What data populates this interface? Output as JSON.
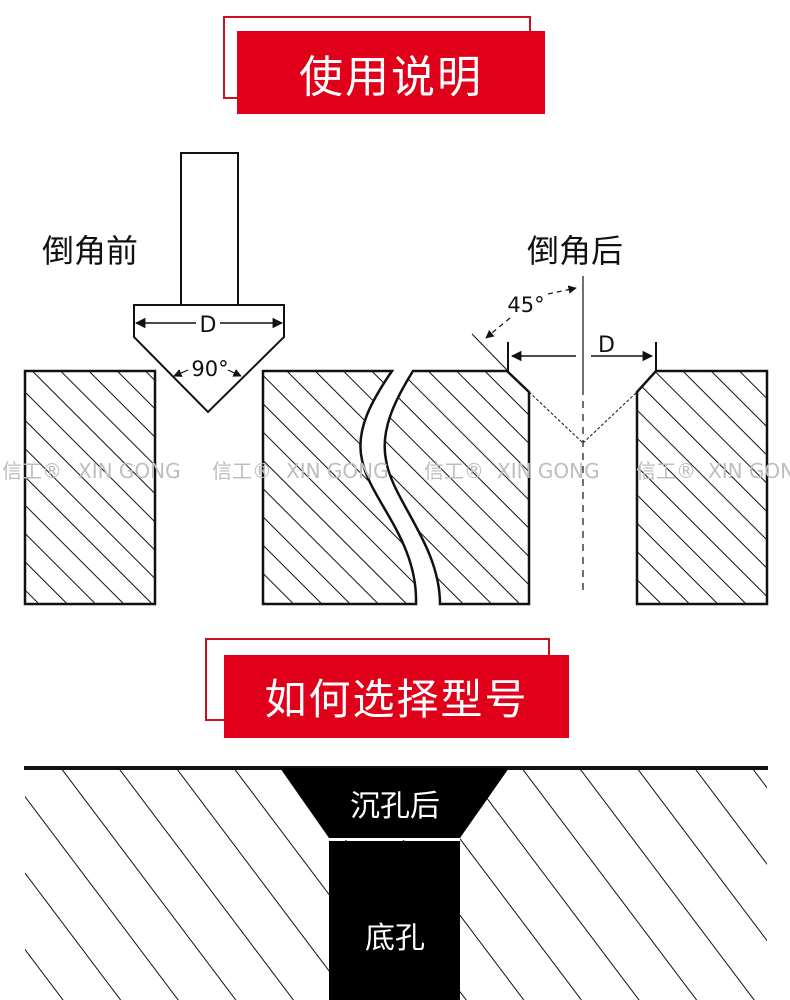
{
  "section1": {
    "title": "使用说明",
    "before_label": "倒角前",
    "after_label": "倒角后",
    "tool_diameter_label": "D",
    "tool_angle_label": "90°",
    "chamfer_angle_label": "45°",
    "chamfer_diameter_label": "D"
  },
  "watermark": {
    "brand_cn": "信工®",
    "brand_en": "XIN GONG"
  },
  "section2": {
    "title": "如何选择型号",
    "countersink_label": "沉孔后",
    "bottom_hole_label": "底孔"
  },
  "colors": {
    "accent_red": "#e1001a",
    "outline_red": "#c8101e",
    "ink": "#111111"
  }
}
